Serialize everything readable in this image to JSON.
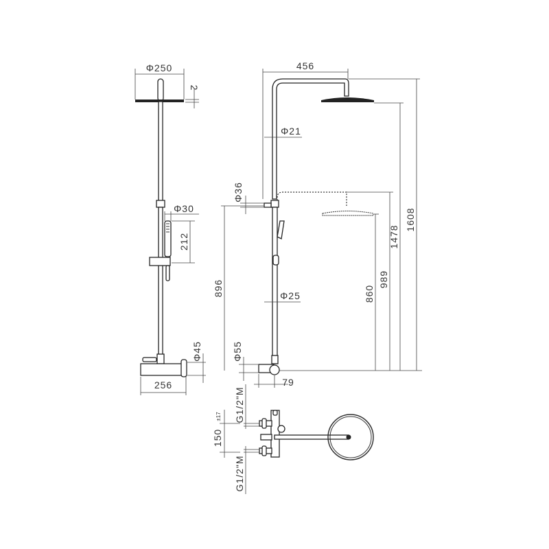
{
  "side_view": {
    "head_diameter": "Φ250",
    "head_thickness": "2",
    "hand_diameter": "Φ30",
    "hand_length": "212",
    "mixer_diameter": "Φ45",
    "mixer_width": "256"
  },
  "front_view": {
    "arm_reach": "456",
    "pipe_diameter": "Φ21",
    "connector_diameter": "Φ36",
    "rod_diameter": "Φ25",
    "mixer_diameter": "Φ55",
    "mixer_depth": "79",
    "min_height_low": "896",
    "height_low_head": "860",
    "height_low_arm": "989",
    "height_high_head": "1478",
    "height_high_arm": "1608"
  },
  "plan_view": {
    "inlet_top": "G1/2\"M",
    "inlet_bottom": "G1/2\"M",
    "inlet_spacing": "150",
    "tolerance": "±17"
  },
  "colors": {
    "line": "#333333",
    "background": "#ffffff"
  }
}
